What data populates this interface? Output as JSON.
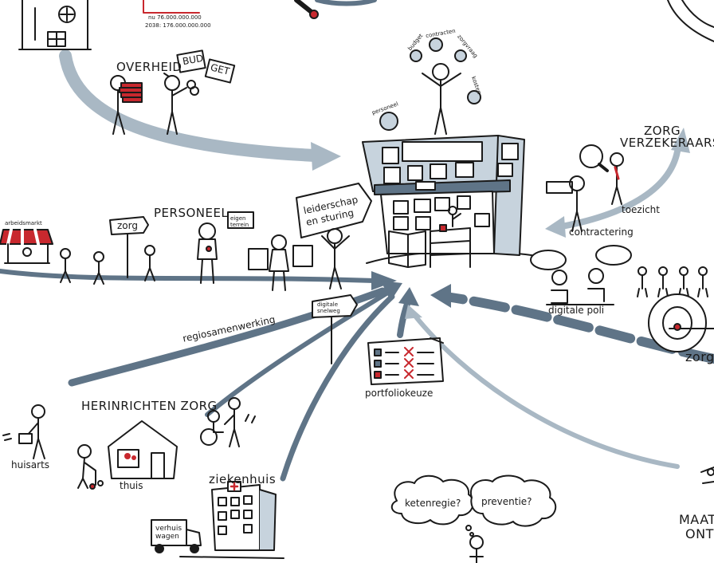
{
  "colors": {
    "arrow_light": "#a9b8c4",
    "arrow_dark": "#5f7487",
    "ink": "#1a1a1a",
    "accent_red": "#c8282e",
    "building_fill": "#c7d3dd"
  },
  "top": {
    "figures": [
      "nu 76.000.000.000",
      "2038: 176.000.000.000"
    ]
  },
  "overheid": {
    "title": "OVERHEID",
    "sign_bud": "BUD",
    "sign_get": "GET"
  },
  "personeel": {
    "title": "PERSONEEL",
    "arbeidsmarkt": "arbeidsmarkt",
    "zorg_sign": "zorg",
    "badge": "eigen terrein"
  },
  "leadership": {
    "sign": "leiderschap en sturing"
  },
  "juggling": {
    "balls": [
      "budget",
      "contracten",
      "zorgvraag",
      "kosten",
      "personeel"
    ]
  },
  "verzekeraars": {
    "title": "ZORG VERZEKERAARS",
    "toezicht": "toezicht",
    "contractering": "contractering"
  },
  "poli": {
    "label": "digitale poli"
  },
  "right_edge": {
    "zorg": "zorg",
    "maat": "MAAT",
    "ont": "ONT"
  },
  "road": {
    "sign": "digitale snelweg",
    "regio": "regiosamenwerking"
  },
  "portfolio": {
    "label": "portfoliokeuze"
  },
  "herinrichten": {
    "title": "HERINRICHTEN ZORG",
    "huisarts": "huisarts",
    "thuis": "thuis",
    "ziekenhuis": "ziekenhuis",
    "van": "verhuis wagen"
  },
  "clouds": {
    "left": "ketenregie?",
    "right": "preventie?"
  }
}
